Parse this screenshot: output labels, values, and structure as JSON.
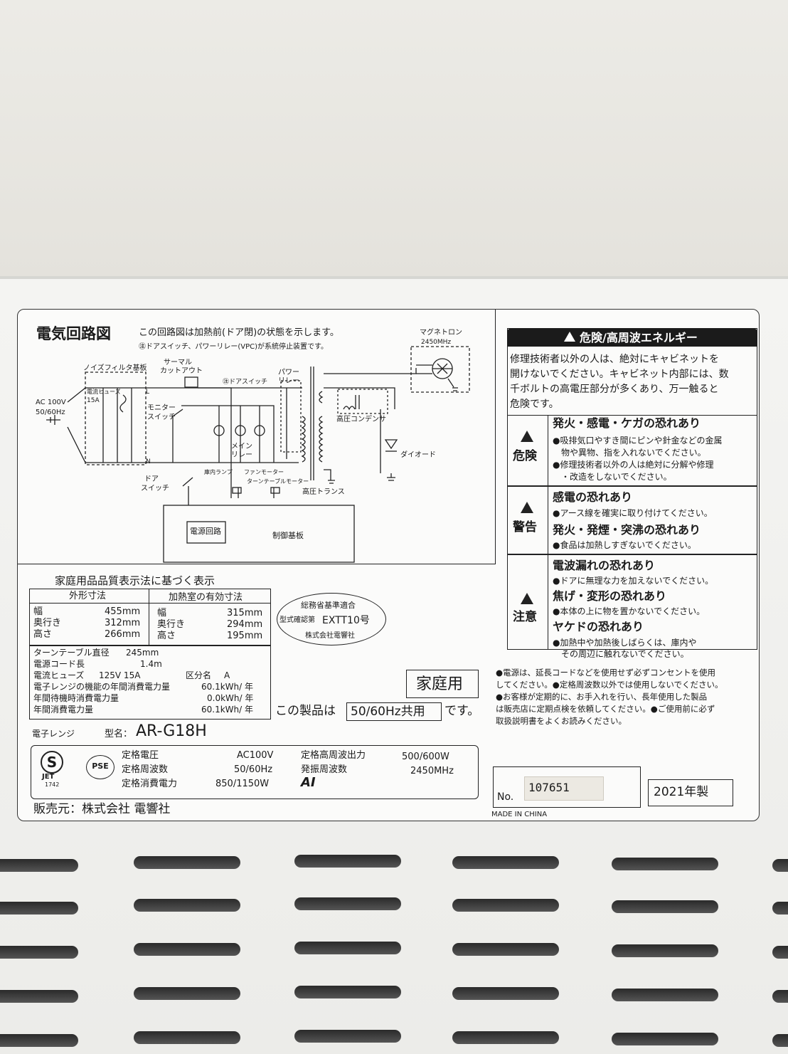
{
  "circuit": {
    "title": "電気回路図",
    "note1": "この回路図は加熱前(ドア閉)の状態を示します。",
    "note2": "㊟ドアスイッチ、パワーリレー(VPC)が系統停止装置です。",
    "labels": {
      "ac": "AC 100V",
      "hz": "50/60Hz",
      "noise_filter": "ノイズフィルタ基板",
      "fuse": "電流ヒューズ",
      "fuse_a": "15A",
      "thermal": "サーマル",
      "cutout": "カットアウト",
      "door_switch_top": "㊟ドアスイッチ",
      "power_relay1": "パワー",
      "power_relay2": "リレー",
      "magnetron": "マグネトロン",
      "magnetron_hz": "2450MHz",
      "monitor1": "モニター",
      "monitor2": "スイッチ",
      "lamp": "庫内ランプ",
      "fan": "ファンモーター",
      "turntable": "ターンテーブルモーター",
      "main_relay1": "メイン",
      "main_relay2": "リレー",
      "hv_cap": "高圧コンデンサ",
      "diode": "ダイオード",
      "hv_trans": "高圧トランス",
      "door1": "ドア",
      "door2": "スイッチ",
      "power_circuit": "電源回路",
      "control_board": "制御基板",
      "L": "L",
      "N": "N"
    }
  },
  "warning": {
    "header": "危険/高周波エネルギー",
    "intro": [
      "修理技術者以外の人は、絶対にキャビネットを",
      "開けないでください。キャビネット内部には、数",
      "千ボルトの高電圧部分が多くあり、万一触ると",
      "危険です。"
    ],
    "sections": [
      {
        "level": "危険",
        "items": [
          {
            "head": "発火・感電・ケガの恐れあり",
            "lines": [
              "●吸排気口やすき間にピンや針金などの金属",
              "　物や異物、指を入れないでください。",
              "●修理技術者以外の人は絶対に分解や修理",
              "　・改造をしないでください。"
            ]
          }
        ]
      },
      {
        "level": "警告",
        "items": [
          {
            "head": "感電の恐れあり",
            "lines": [
              "●アース線を確実に取り付けてください。"
            ]
          },
          {
            "head": "発火・発煙・突沸の恐れあり",
            "lines": [
              "●食品は加熱しすぎないでください。"
            ]
          }
        ]
      },
      {
        "level": "注意",
        "items": [
          {
            "head": "電波漏れの恐れあり",
            "lines": [
              "●ドアに無理な力を加えないでください。"
            ]
          },
          {
            "head": "焦げ・変形の恐れあり",
            "lines": [
              "●本体の上に物を置かないでください。"
            ]
          },
          {
            "head": "ヤケドの恐れあり",
            "lines": [
              "●加熱中や加熱後しばらくは、庫内や",
              "　その周辺に触れないでください。"
            ]
          }
        ]
      }
    ],
    "notes": [
      "●電源は、延長コードなどを使用せず必ずコンセントを使用",
      "してください。●定格周波数以外では使用しないでください。",
      "●お客様が定期的に、お手入れを行い、長年使用した製品",
      "は販売店に定期点検を依頼してください。●ご使用前に必ず",
      "取扱説明書をよくお読みください。"
    ]
  },
  "quality": {
    "title": "家庭用品品質表示法に基づく表示",
    "outer_title": "外形寸法",
    "inner_title": "加熱室の有効寸法",
    "outer": [
      {
        "k": "幅",
        "v": "455mm"
      },
      {
        "k": "奥行き",
        "v": "312mm"
      },
      {
        "k": "高さ",
        "v": "266mm"
      }
    ],
    "inner": [
      {
        "k": "幅",
        "v": "315mm"
      },
      {
        "k": "奥行き",
        "v": "294mm"
      },
      {
        "k": "高さ",
        "v": "195mm"
      }
    ],
    "specs": [
      {
        "k": "ターンテーブル直径",
        "v": "245mm"
      },
      {
        "k": "電源コード長",
        "v": "1.4m"
      },
      {
        "k": "電流ヒューズ",
        "v": "125V 15A"
      },
      {
        "k": "電子レンジの機能の年間消費電力量",
        "v": "60.1kWh/ 年"
      },
      {
        "k": "年間待機時消費電力量",
        "v": "0.0kWh/ 年"
      },
      {
        "k": "年間消費電力量",
        "v": "60.1kWh/ 年"
      }
    ],
    "class_label": "区分名",
    "class_value": "A"
  },
  "cert": {
    "line1": "総務省基準適合",
    "line2": "型式確認第",
    "code": "EXTT10号",
    "line3": "株式会社電響社"
  },
  "home_use": "家庭用",
  "freq_sentence": {
    "pre": "この製品は",
    "box": "50/60Hz共用",
    "post": "です。"
  },
  "model": {
    "kind": "電子レンジ",
    "label": "型名：",
    "value": "AR-G18H"
  },
  "ratings": {
    "rows": [
      {
        "k": "定格電圧",
        "v": "AC100V",
        "k2": "定格高周波出力",
        "v2": "500/600W"
      },
      {
        "k": "定格周波数",
        "v": "50/60Hz",
        "k2": "発振周波数",
        "v2": "2450MHz"
      },
      {
        "k": "定格消費電力",
        "v": "850/1150W",
        "k2": "",
        "v2": ""
      }
    ],
    "jet": "JET",
    "jet_no": "1742",
    "pse": "PSE",
    "logo": "AI"
  },
  "seller": "販売元：株式会社 電響社",
  "serial": {
    "label": "No.",
    "value": "107651"
  },
  "year": "2021年製",
  "made_in": "MADE IN CHINA"
}
